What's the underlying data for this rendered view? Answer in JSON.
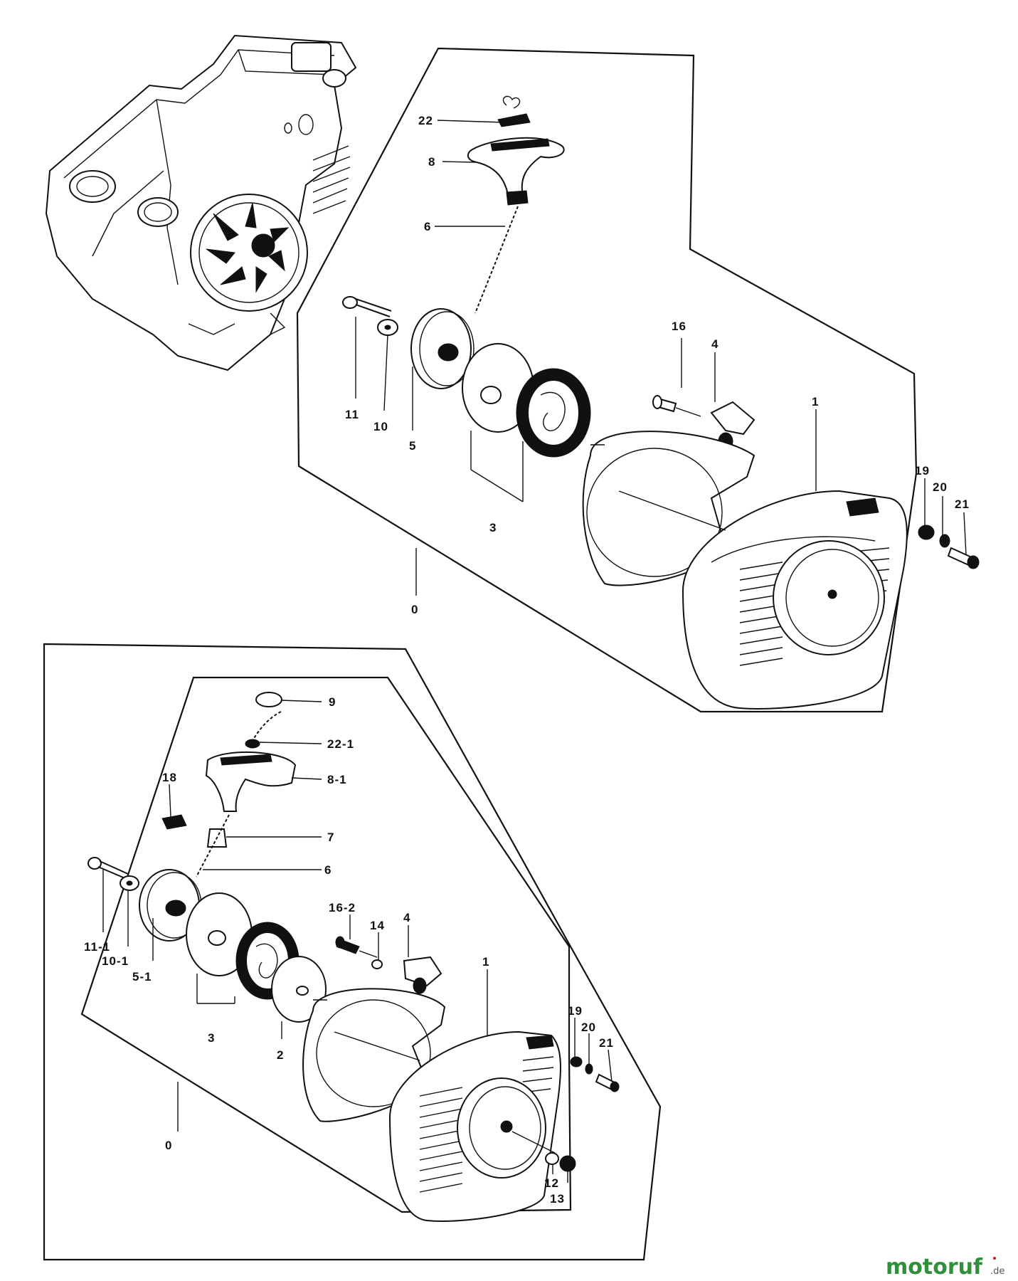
{
  "colors": {
    "ink": "#111111",
    "background": "#ffffff",
    "brand_green": "#2f8f3a",
    "brand_red": "#d22020"
  },
  "watermark": {
    "brand": "motoruf",
    "tld": ".de"
  },
  "upper_assembly": {
    "labels": [
      "22",
      "8",
      "6",
      "11",
      "10",
      "5",
      "3",
      "16",
      "4",
      "1",
      "19",
      "20",
      "21",
      "0"
    ]
  },
  "lower_assembly": {
    "labels": [
      "9",
      "22-1",
      "8-1",
      "18",
      "7",
      "6",
      "11-1",
      "10-1",
      "5-1",
      "3",
      "16-2",
      "14",
      "4",
      "2",
      "1",
      "19",
      "20",
      "21",
      "12",
      "13",
      "0"
    ]
  }
}
